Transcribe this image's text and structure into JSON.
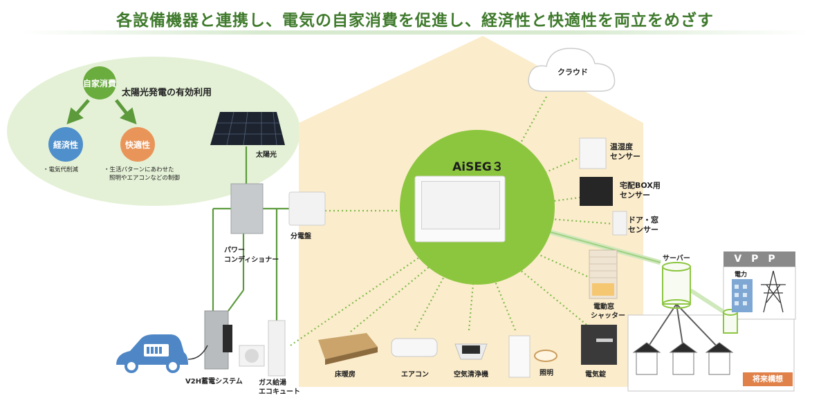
{
  "title": "各設備機器と連携し、電気の自家消費を促進し、経済性と快適性を両立をめざす",
  "left_panel": {
    "center_node": "自家消費",
    "heading": "太陽光発電の有効利用",
    "node_economy": "経済性",
    "node_comfort": "快適性",
    "note_economy": "・電気代削減",
    "note_comfort_line1": "・生活パターンにあわせた",
    "note_comfort_line2": "照明やエアコンなどの制御"
  },
  "hub": {
    "name": "AiSEG３"
  },
  "devices": {
    "solar": "太陽光",
    "power_conditioner_line1": "パワー",
    "power_conditioner_line2": "コンディショナー",
    "distribution_board": "分電盤",
    "cloud": "クラウド",
    "temp_humidity_line1": "温湿度",
    "temp_humidity_line2": "センサー",
    "delivery_box_line1": "宅配BOX用",
    "delivery_box_line2": "センサー",
    "door_window_line1": "ドア・窓",
    "door_window_line2": "センサー",
    "shutter_line1": "電動窓",
    "shutter_line2": "シャッター",
    "v2h": "V2H蓄電システム",
    "eco_cute_line1": "ガス給湯",
    "eco_cute_line2": "エコキュート",
    "floor_heating": "床暖房",
    "aircon": "エアコン",
    "air_purifier": "空気清浄機",
    "lighting": "照明",
    "electric_lock": "電気錠",
    "server": "サーバー"
  },
  "vpp": {
    "header": "VPP",
    "building_sign": "電力",
    "future_badge": "将来構想"
  },
  "colors": {
    "title_green": "#3f7a2c",
    "house_fill": "#fbeccb",
    "hub_green": "#8cc63f",
    "node_green": "#6aac3d",
    "node_blue": "#4f8fcb",
    "node_orange": "#e9955a",
    "wire_green": "#5c9a3c",
    "future_orange": "#e0814a"
  },
  "icons": [
    "cloud-icon",
    "solar-panel-icon",
    "car-icon",
    "pylon-icon",
    "building-icon",
    "server-icon"
  ]
}
